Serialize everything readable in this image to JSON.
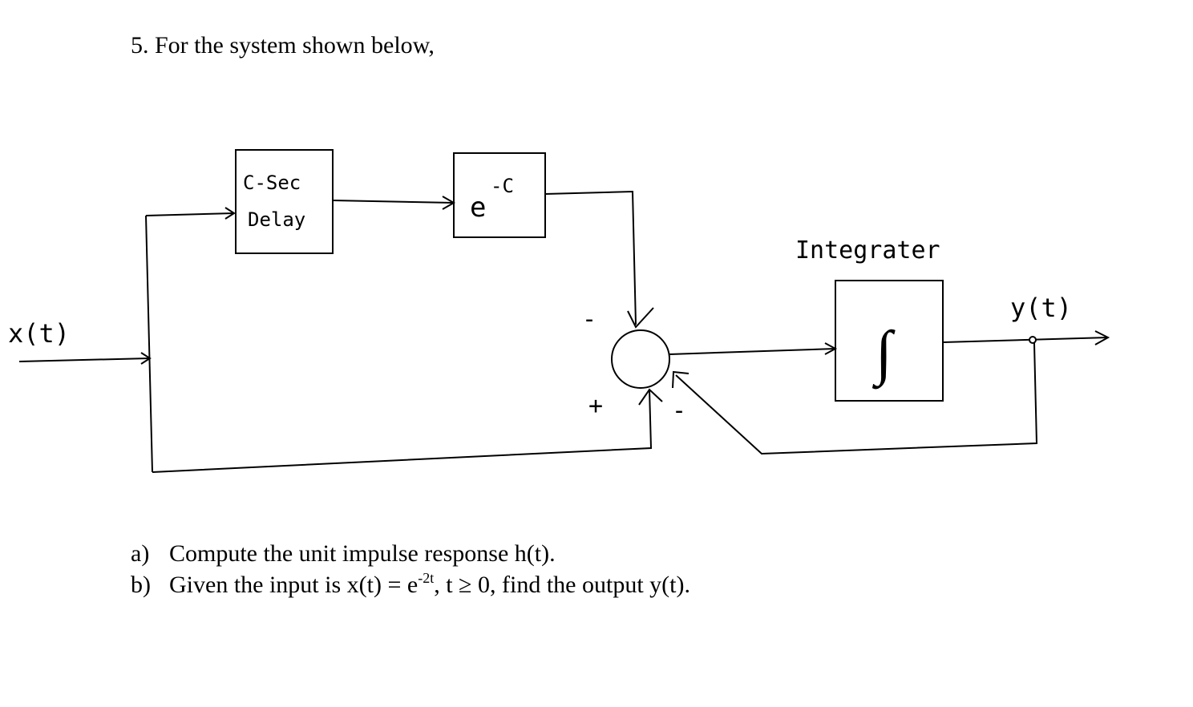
{
  "problem": {
    "title": "5. For the system shown below,",
    "parts": [
      {
        "label": "a)",
        "text": "Compute the unit impulse response h(t)."
      },
      {
        "label": "b)",
        "text_before": "Given the input is x(t) = e",
        "exponent": "-2t",
        "text_after": ", t ≥ 0, find the output y(t)."
      }
    ]
  },
  "diagram": {
    "input_label": "x(t)",
    "output_label": "y(t)",
    "delay_block": {
      "line1": "C-Sec",
      "line2": "Delay"
    },
    "gain_block": {
      "base": "e",
      "exponent": "-C"
    },
    "integrator_title": "Integrater",
    "integrator_symbol": "∫",
    "sum_signs": {
      "top": "-",
      "bottom_left": "+",
      "bottom_right": "-"
    }
  }
}
